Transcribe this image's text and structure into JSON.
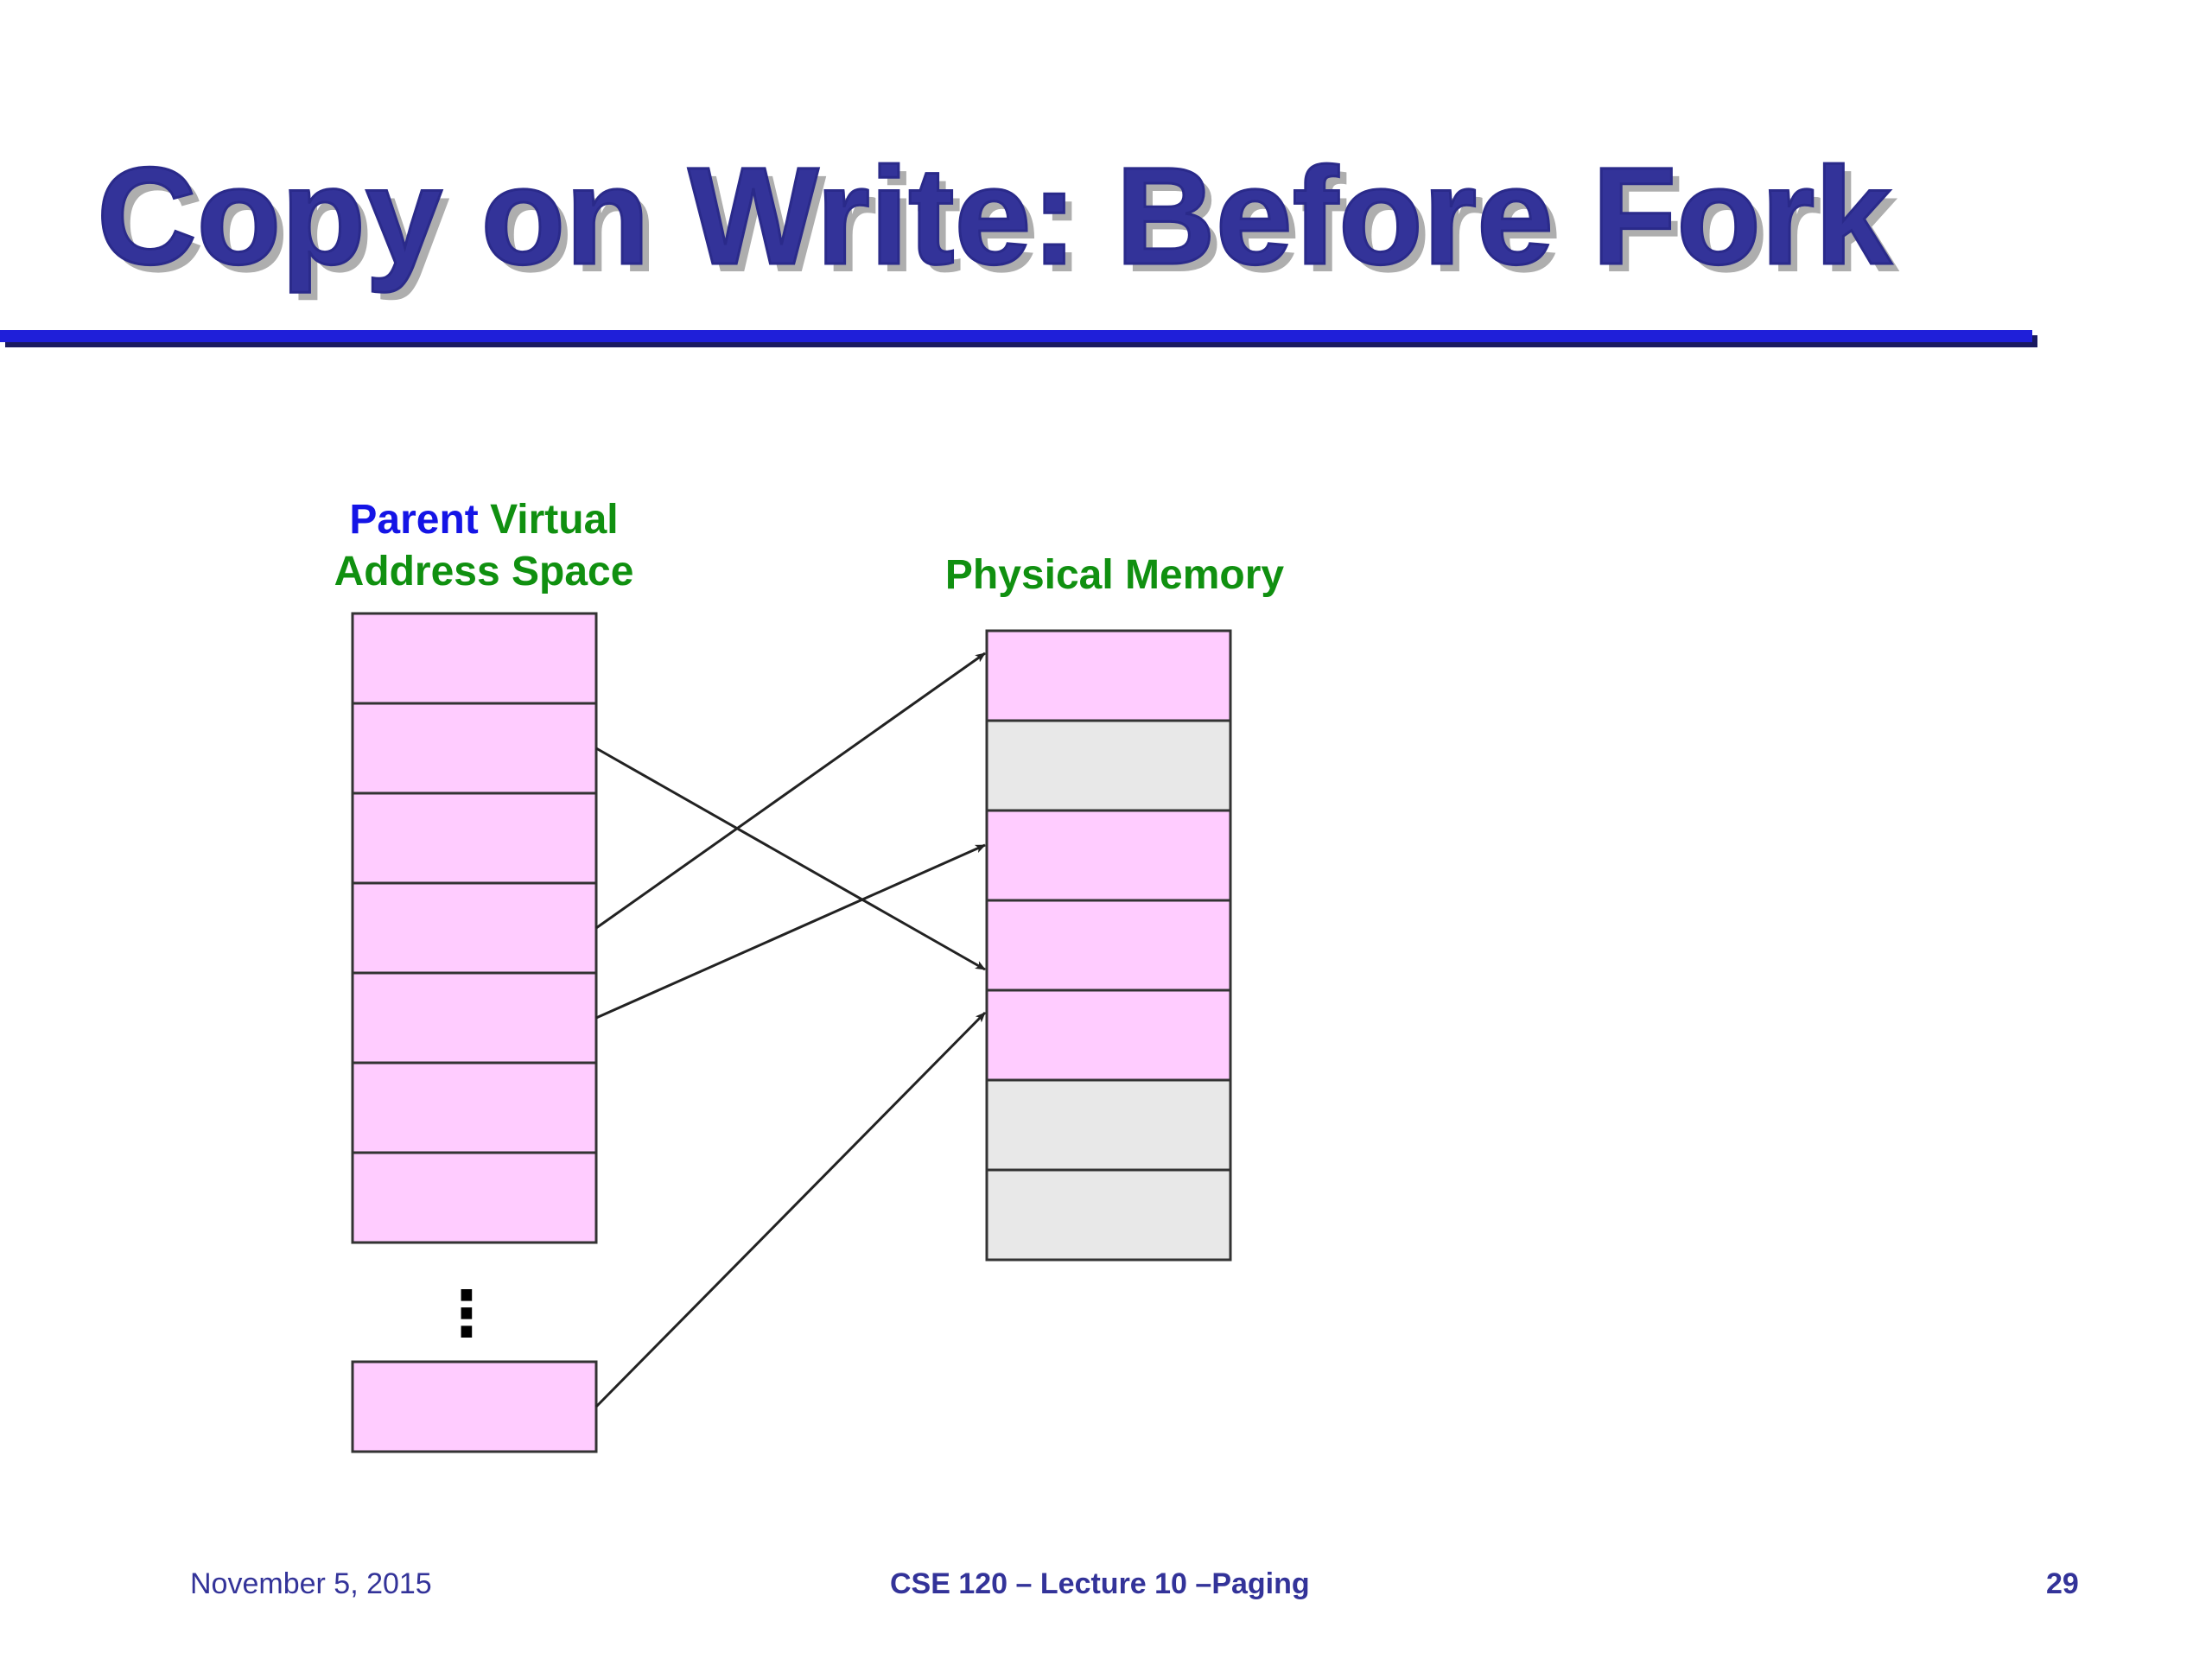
{
  "slide": {
    "title": "Copy on Write: Before Fork",
    "title_color": "#333399",
    "rule_color": "#1f1fd9"
  },
  "diagram": {
    "parent_label": {
      "word1": "Parent",
      "word2": "Virtual",
      "line2": "Address Space"
    },
    "physical_label": "Physical Memory",
    "colors": {
      "used_page": "#ffccff",
      "free_page": "#e8e8e8",
      "border": "#333333",
      "arrow": "#222222",
      "parent_word": "#1414e6",
      "label_green": "#109010"
    },
    "virtual_pages": [
      "used",
      "used",
      "used",
      "used",
      "used",
      "used",
      "used"
    ],
    "virtual_last_page": "used",
    "ellipsis": "⋮",
    "physical_frames": [
      "used",
      "free",
      "used",
      "used",
      "used",
      "free",
      "free"
    ],
    "mappings": [
      {
        "from_virtual_page": 1,
        "to_physical_frame": 4
      },
      {
        "from_virtual_page": 3,
        "to_physical_frame": 1
      },
      {
        "from_virtual_page": 4,
        "to_physical_frame": 3
      },
      {
        "from_virtual_page": "last",
        "to_physical_frame": 5
      }
    ]
  },
  "footer": {
    "date": "November 5, 2015",
    "course": "CSE 120 – Lecture 10 –Paging",
    "page_number": "29"
  }
}
